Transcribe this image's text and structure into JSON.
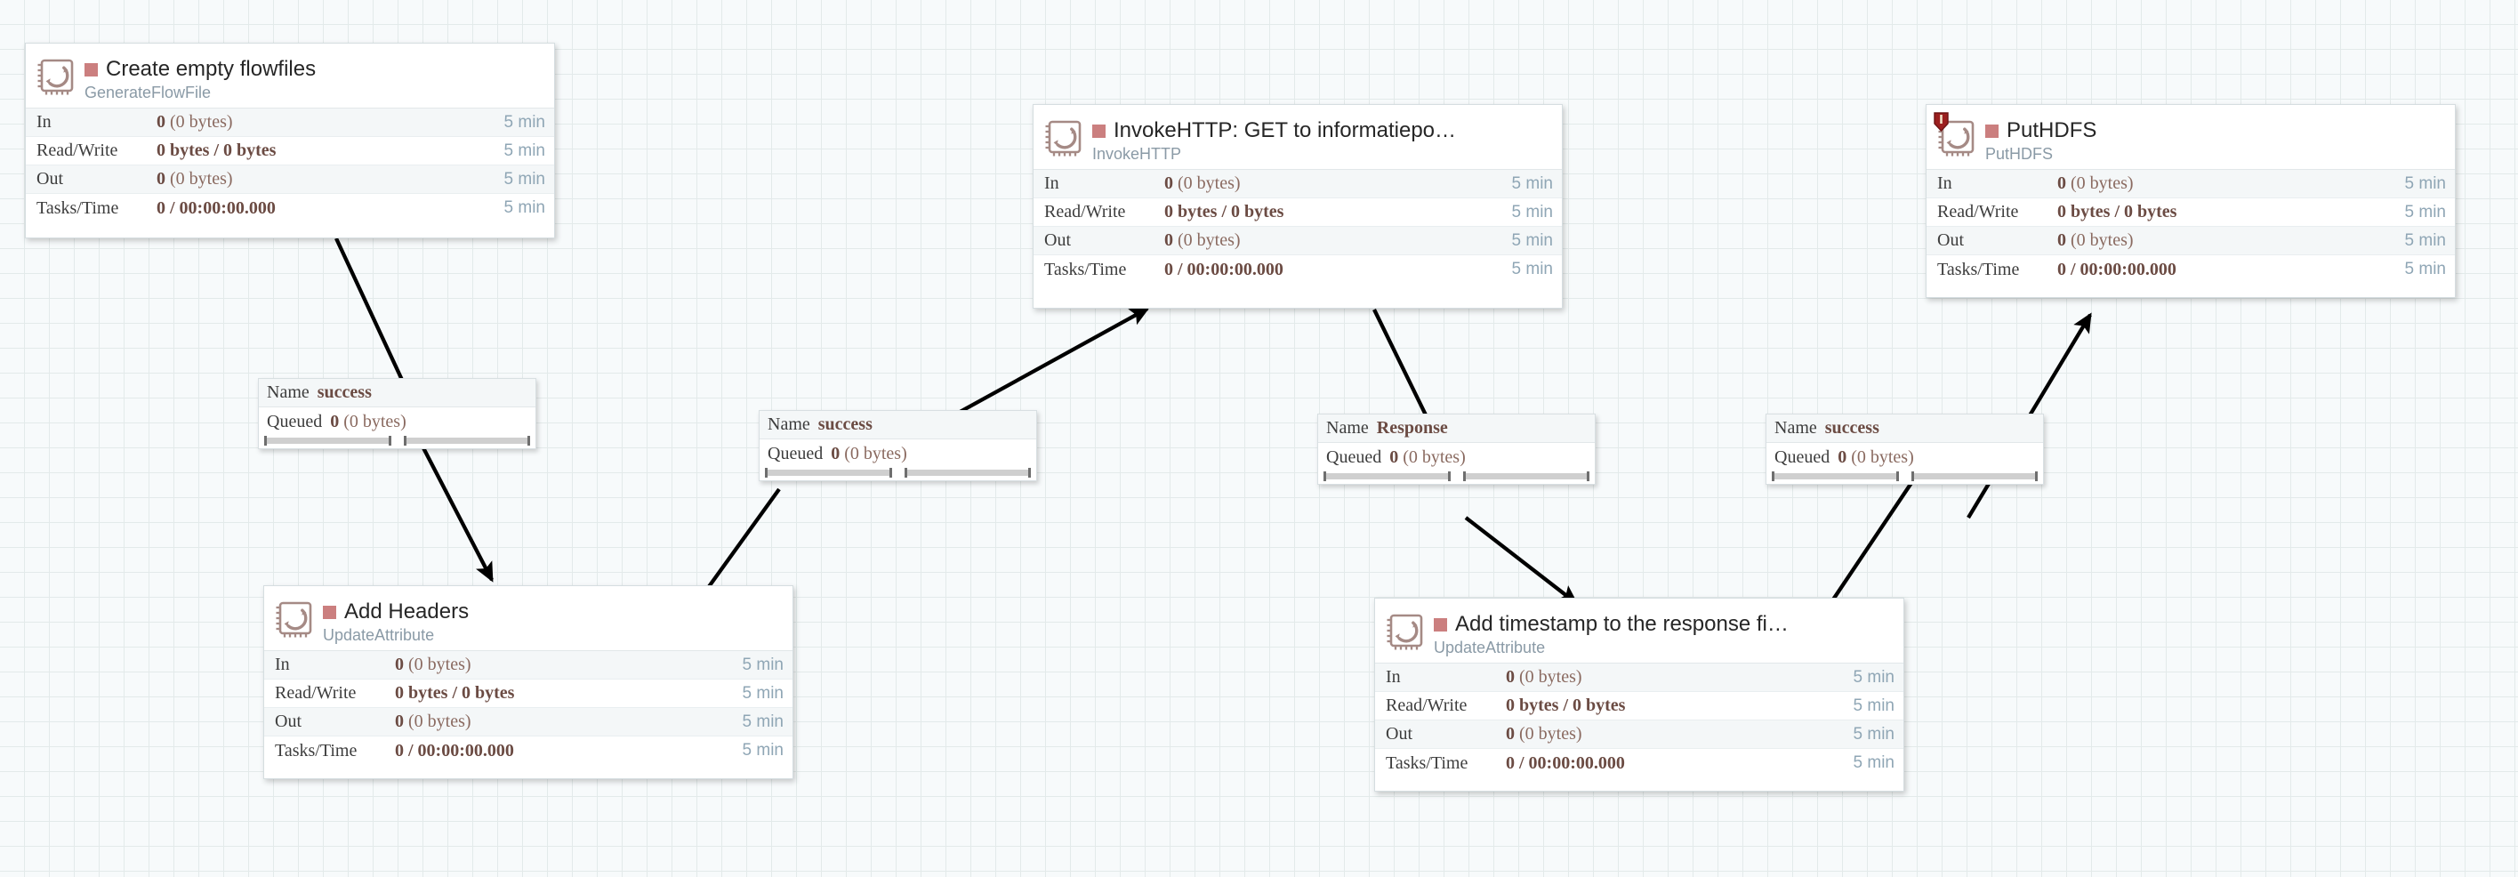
{
  "canvas": {
    "app": "Apache NiFi flow canvas",
    "background_color": "#f7fafb",
    "grid_color": "#e3eaea",
    "connection_line_color": "#000000",
    "stopped_accent_color": "#cb7f7f",
    "bulletin_color": "#ba2f2f"
  },
  "stat_labels": {
    "in": "In",
    "read_write": "Read/Write",
    "out": "Out",
    "tasks_time": "Tasks/Time"
  },
  "connection_labels": {
    "name_key": "Name",
    "queued_key": "Queued"
  },
  "processors": [
    {
      "id": "generateflowfile",
      "name": "Create empty flowfiles",
      "type": "GenerateFlowFile",
      "status_icon": "stopped-square-icon",
      "has_bulletin": false,
      "stats": {
        "in": "0 (0 bytes)",
        "in_count": "0",
        "in_bytes": "(0 bytes)",
        "read_write": "0 bytes / 0 bytes",
        "out": "0 (0 bytes)",
        "out_count": "0",
        "out_bytes": "(0 bytes)",
        "tasks_time": "0 / 00:00:00.000",
        "window_in": "5 min",
        "window_read_write": "5 min",
        "window_out": "5 min",
        "window_tasks_time": "5 min"
      }
    },
    {
      "id": "invokehttp",
      "name": "InvokeHTTP: GET to informatiepo…",
      "type": "InvokeHTTP",
      "status_icon": "stopped-square-icon",
      "has_bulletin": false,
      "stats": {
        "in": "0 (0 bytes)",
        "in_count": "0",
        "in_bytes": "(0 bytes)",
        "read_write": "0 bytes / 0 bytes",
        "out": "0 (0 bytes)",
        "out_count": "0",
        "out_bytes": "(0 bytes)",
        "tasks_time": "0 / 00:00:00.000",
        "window_in": "5 min",
        "window_read_write": "5 min",
        "window_out": "5 min",
        "window_tasks_time": "5 min"
      }
    },
    {
      "id": "puthdfs",
      "name": "PutHDFS",
      "type": "PutHDFS",
      "status_icon": "stopped-square-icon",
      "has_bulletin": true,
      "stats": {
        "in": "0 (0 bytes)",
        "in_count": "0",
        "in_bytes": "(0 bytes)",
        "read_write": "0 bytes / 0 bytes",
        "out": "0 (0 bytes)",
        "out_count": "0",
        "out_bytes": "(0 bytes)",
        "tasks_time": "0 / 00:00:00.000",
        "window_in": "5 min",
        "window_read_write": "5 min",
        "window_out": "5 min",
        "window_tasks_time": "5 min"
      }
    },
    {
      "id": "add-headers",
      "name": "Add Headers",
      "type": "UpdateAttribute",
      "status_icon": "stopped-square-icon",
      "has_bulletin": false,
      "stats": {
        "in": "0 (0 bytes)",
        "in_count": "0",
        "in_bytes": "(0 bytes)",
        "read_write": "0 bytes / 0 bytes",
        "out": "0 (0 bytes)",
        "out_count": "0",
        "out_bytes": "(0 bytes)",
        "tasks_time": "0 / 00:00:00.000",
        "window_in": "5 min",
        "window_read_write": "5 min",
        "window_out": "5 min",
        "window_tasks_time": "5 min"
      }
    },
    {
      "id": "add-timestamp",
      "name": "Add timestamp to the response fi…",
      "type": "UpdateAttribute",
      "status_icon": "stopped-square-icon",
      "has_bulletin": false,
      "stats": {
        "in": "0 (0 bytes)",
        "in_count": "0",
        "in_bytes": "(0 bytes)",
        "read_write": "0 bytes / 0 bytes",
        "out": "0 (0 bytes)",
        "out_count": "0",
        "out_bytes": "(0 bytes)",
        "tasks_time": "0 / 00:00:00.000",
        "window_in": "5 min",
        "window_read_write": "5 min",
        "window_out": "5 min",
        "window_tasks_time": "5 min"
      }
    }
  ],
  "connections": [
    {
      "id": "conn-generate-to-addheaders",
      "name": "success",
      "queued": "0 (0 bytes)",
      "queued_count": "0",
      "queued_bytes": "(0 bytes)"
    },
    {
      "id": "conn-addheaders-to-invokehttp",
      "name": "success",
      "queued": "0 (0 bytes)",
      "queued_count": "0",
      "queued_bytes": "(0 bytes)"
    },
    {
      "id": "conn-invokehttp-to-addtimestamp",
      "name": "Response",
      "queued": "0 (0 bytes)",
      "queued_count": "0",
      "queued_bytes": "(0 bytes)"
    },
    {
      "id": "conn-addtimestamp-to-puthdfs",
      "name": "success",
      "queued": "0 (0 bytes)",
      "queued_count": "0",
      "queued_bytes": "(0 bytes)"
    }
  ]
}
